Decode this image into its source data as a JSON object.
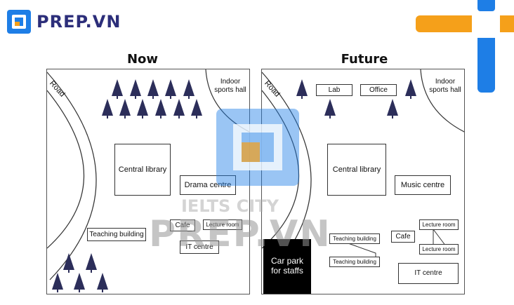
{
  "brand": {
    "name": "PREP.VN",
    "color": "#2c2e7a"
  },
  "watermark": {
    "text": "PREP.VN",
    "subtext": "IELTS CITY"
  },
  "now": {
    "title": "Now",
    "road_label": "Road",
    "indoor_label": "Indoor sports hall",
    "central_library": "Central library",
    "drama_centre": "Drama centre",
    "teaching_building": "Teaching building",
    "cafe": "Cafe",
    "lecture_room": "Lecture room",
    "it_centre": "IT centre"
  },
  "future": {
    "title": "Future",
    "road_label": "Road",
    "indoor_label": "Indoor sports hall",
    "lab": "Lab",
    "office": "Office",
    "central_library": "Central library",
    "music_centre": "Music centre",
    "teaching_building_1": "Teaching building",
    "teaching_building_2": "Teaching building",
    "car_park": "Car park for staffs",
    "cafe": "Cafe",
    "lecture_room_1": "Lecture room",
    "lecture_room_2": "Lecture room",
    "it_centre": "IT centre"
  },
  "colors": {
    "tree": "#2c2e5a",
    "accent_orange": "#f5a01a",
    "accent_blue": "#1e7ee6"
  }
}
